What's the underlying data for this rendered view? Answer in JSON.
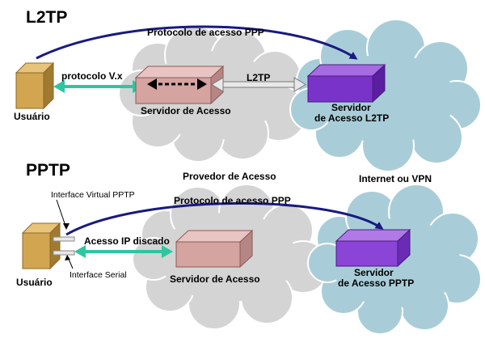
{
  "l2tp": {
    "title": "L2TP",
    "protocol_ppp": "Protocolo de acesso PPP",
    "protocol_vx": "protocolo V.x",
    "tunnel": "L2TP",
    "user": "Usuário",
    "access_server": "Servidor de Acesso",
    "server_line1": "Servidor",
    "server_line2": "de Acesso L2TP"
  },
  "mid": {
    "provider": "Provedor de Acesso",
    "internet": "Internet ou VPN"
  },
  "pptp": {
    "title": "PPTP",
    "interface_virtual": "Interface Virtual PPTP",
    "protocol_ppp": "Protocolo de acesso PPP",
    "dial_access": "Acesso IP discado",
    "interface_serial": "Interface Serial",
    "user": "Usuário",
    "access_server": "Servidor de Acesso",
    "server_line1": "Servidor",
    "server_line2": "de Acesso PPTP"
  },
  "colors": {
    "cloud_gray": "#d4d4d4",
    "cloud_blue": "#a9cdd8",
    "user_box": "#d2a550",
    "access_server": "#d5a3a0",
    "l2tp_server": "#7a33c9",
    "pptp_server": "#8a44d6",
    "arrow_green": "#2cc7a0",
    "arrow_navy": "#1a1a80"
  }
}
